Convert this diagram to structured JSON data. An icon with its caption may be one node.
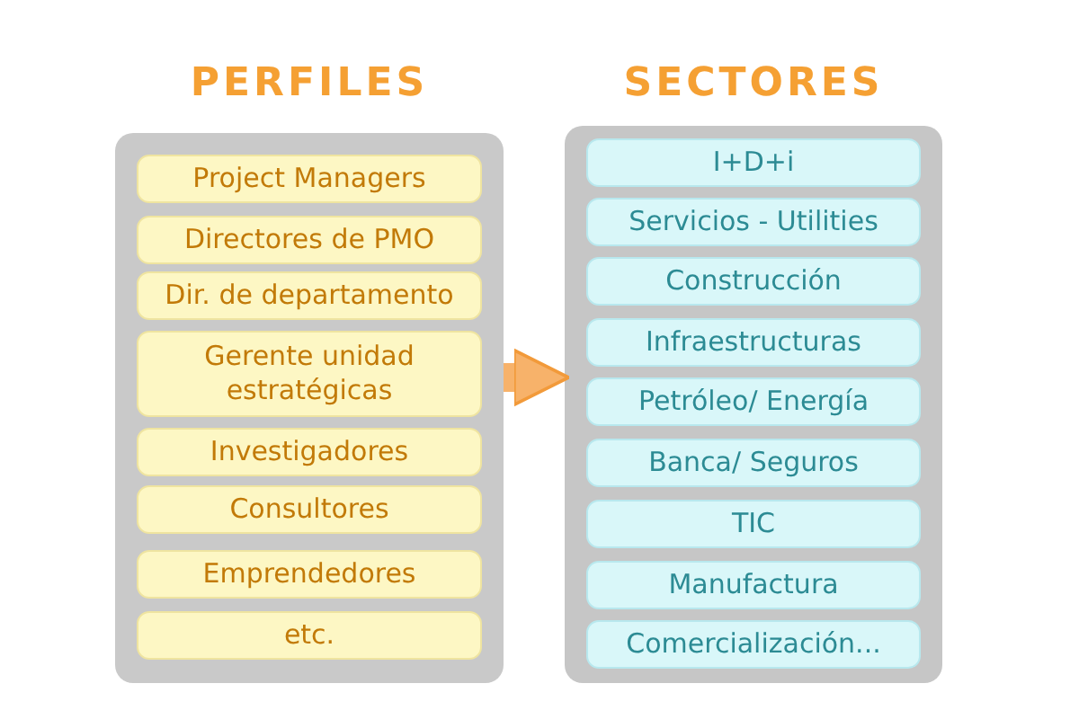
{
  "diagram": {
    "nodes": [
      {
        "text": [
          "PERFILES"
        ]
      },
      {
        "text": [
          "Project Managers"
        ],
        "in": 0
      },
      {
        "text": [
          "Directores de PMO"
        ],
        "in": 0
      },
      {
        "text": [
          "Dir. de departamento"
        ],
        "in": 0
      },
      {
        "text": [
          "Gerente unidad estratégicas"
        ],
        "in": 0
      },
      {
        "text": [
          "Investigadores"
        ],
        "in": 0
      },
      {
        "text": [
          "Consultores"
        ],
        "in": 0
      },
      {
        "text": [
          "Emprendedores"
        ],
        "in": 0
      },
      {
        "text": [
          "etc."
        ],
        "in": 0
      },
      {
        "text": [
          "SECTORES"
        ]
      },
      {
        "text": [
          "I+D+i"
        ],
        "in": 9
      },
      {
        "text": [
          "Servicios - Utilities"
        ],
        "in": 9
      },
      {
        "text": [
          "Construcción"
        ],
        "in": 9
      },
      {
        "text": [
          "Infraestructuras"
        ],
        "in": 9
      },
      {
        "text": [
          "Petróleo/ Energía"
        ],
        "in": 9
      },
      {
        "text": [
          "Banca/ Seguros"
        ],
        "in": 9
      },
      {
        "text": [
          "TIC"
        ],
        "in": 9
      },
      {
        "text": [
          "Manufactura"
        ],
        "in": 9
      },
      {
        "text": [
          "Comercialización..."
        ],
        "in": 9
      }
    ],
    "edges": [
      {
        "from": 0,
        "to": 9,
        "arrow": "to"
      }
    ]
  }
}
